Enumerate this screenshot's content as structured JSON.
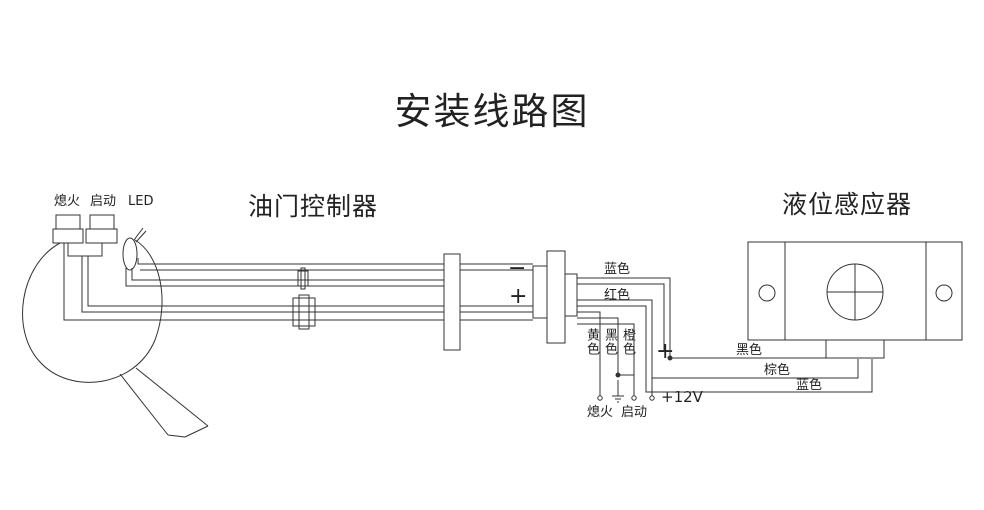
{
  "title": "安装线路图",
  "labels": {
    "throttle_controller": "油门控制器",
    "level_sensor": "液位感应器",
    "kill_switch": "熄火",
    "start": "启动",
    "led": "LED",
    "minus": "−",
    "plus": "+",
    "plus_connector": "+",
    "wire_blue": "蓝色",
    "wire_red": "红色",
    "wire_yellow": "黄色",
    "wire_black": "黑色",
    "wire_orange": "橙色",
    "sensor_black": "黑色",
    "sensor_brown": "棕色",
    "sensor_blue": "蓝色",
    "bottom_kill": "熄火",
    "bottom_start": "启动",
    "voltage": "+12V"
  }
}
